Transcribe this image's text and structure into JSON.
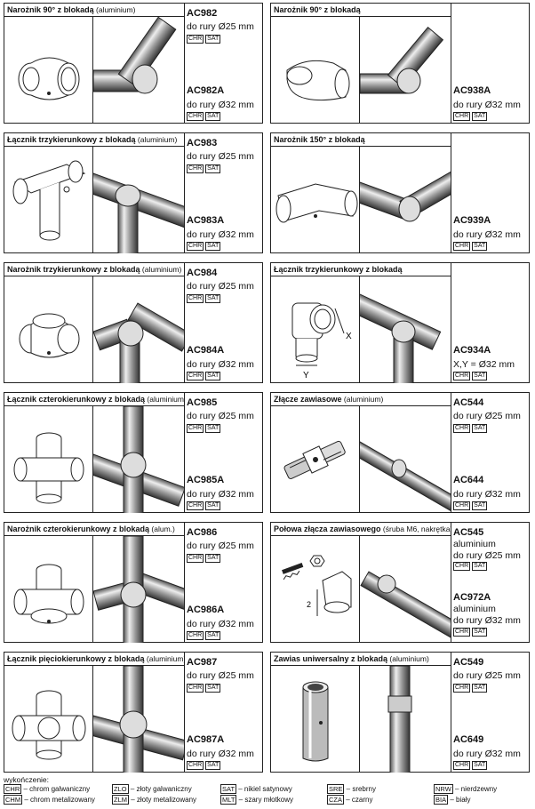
{
  "cards": [
    {
      "title": "Narożnik 90° z blokadą",
      "note": " (aluminium)",
      "entries": [
        {
          "code": "AC982",
          "size": "do rury Ø25 mm",
          "finishes": [
            "CHR",
            "SAT"
          ]
        },
        {
          "code": "AC982A",
          "size": "do rury Ø32 mm",
          "finishes": [
            "CHR",
            "SAT"
          ]
        }
      ]
    },
    {
      "title": "Narożnik 90° z blokadą",
      "note": "",
      "entries": [
        {
          "code": "AC938A",
          "size": "do rury Ø32 mm",
          "finishes": [
            "CHR",
            "SAT"
          ]
        }
      ]
    },
    {
      "title": "Łącznik trzykierunkowy z blokadą",
      "note": " (aluminium)",
      "entries": [
        {
          "code": "AC983",
          "size": "do rury Ø25 mm",
          "finishes": [
            "CHR",
            "SAT"
          ]
        },
        {
          "code": "AC983A",
          "size": "do rury Ø32 mm",
          "finishes": [
            "CHR",
            "SAT"
          ]
        }
      ]
    },
    {
      "title": "Narożnik 150° z blokadą",
      "note": "",
      "entries": [
        {
          "code": "AC939A",
          "size": "do rury Ø32 mm",
          "finishes": [
            "CHR",
            "SAT"
          ]
        }
      ]
    },
    {
      "title": "Narożnik trzykierunkowy z blokadą",
      "note": " (aluminium)",
      "entries": [
        {
          "code": "AC984",
          "size": "do rury Ø25 mm",
          "finishes": [
            "CHR",
            "SAT"
          ]
        },
        {
          "code": "AC984A",
          "size": "do rury Ø32 mm",
          "finishes": [
            "CHR",
            "SAT"
          ]
        }
      ]
    },
    {
      "title": "Łącznik trzykierunkowy z blokadą",
      "note": "",
      "entries": [
        {
          "code": "AC934A",
          "size": "X,Y = Ø32 mm",
          "finishes": [
            "CHR",
            "SAT"
          ]
        }
      ]
    },
    {
      "title": "Łącznik czterokierunkowy z blokadą",
      "note": " (aluminium)",
      "entries": [
        {
          "code": "AC985",
          "size": "do rury Ø25 mm",
          "finishes": [
            "CHR",
            "SAT"
          ]
        },
        {
          "code": "AC985A",
          "size": "do rury Ø32 mm",
          "finishes": [
            "CHR",
            "SAT"
          ]
        }
      ]
    },
    {
      "title": "Złącze zawiasowe",
      "note": " (aluminium)",
      "entries": [
        {
          "code": "AC544",
          "size": "do rury Ø25 mm",
          "finishes": [
            "CHR",
            "SAT"
          ]
        },
        {
          "code": "AC644",
          "size": "do rury Ø32 mm",
          "finishes": [
            "CHR",
            "SAT"
          ]
        }
      ]
    },
    {
      "title": "Narożnik czterokierunkowy z blokadą",
      "note": " (alum.)",
      "entries": [
        {
          "code": "AC986",
          "size": "do rury Ø25 mm",
          "finishes": [
            "CHR",
            "SAT"
          ]
        },
        {
          "code": "AC986A",
          "size": "do rury Ø32 mm",
          "finishes": [
            "CHR",
            "SAT"
          ]
        }
      ]
    },
    {
      "title": "Połowa złącza zawiasowego",
      "note": " (śruba M6, nakrętka)",
      "entries": [
        {
          "code": "AC545",
          "material": "aluminium",
          "size": "do rury Ø25 mm",
          "finishes": [
            "CHR",
            "SAT"
          ]
        },
        {
          "code": "AC972A",
          "material": "aluminium",
          "size": "do rury Ø32 mm",
          "finishes": [
            "CHR",
            "SAT"
          ]
        }
      ]
    },
    {
      "title": "Łącznik pięciokierunkowy z blokadą",
      "note": " (aluminium)",
      "entries": [
        {
          "code": "AC987",
          "size": "do rury Ø25 mm",
          "finishes": [
            "CHR",
            "SAT"
          ]
        },
        {
          "code": "AC987A",
          "size": "do rury Ø32 mm",
          "finishes": [
            "CHR",
            "SAT"
          ]
        }
      ]
    },
    {
      "title": "Zawias uniwersalny z blokadą",
      "note": " (aluminium)",
      "entries": [
        {
          "code": "AC549",
          "size": "do rury Ø25 mm",
          "finishes": [
            "CHR",
            "SAT"
          ]
        },
        {
          "code": "AC649",
          "size": "do rury Ø32 mm",
          "finishes": [
            "CHR",
            "SAT"
          ]
        }
      ]
    }
  ],
  "dimension_labels": {
    "x": "X",
    "y": "Y",
    "two": "2"
  },
  "legend": {
    "title": "wykończenie:",
    "items": [
      {
        "abbr": "CHR",
        "text": " – chrom galwaniczny"
      },
      {
        "abbr": "CHM",
        "text": " – chrom metalizowany"
      },
      {
        "abbr": "ZLO",
        "text": " – złoty galwaniczny"
      },
      {
        "abbr": "ZLM",
        "text": " – złoty metalizowany"
      },
      {
        "abbr": "SAT",
        "text": " – nikiel satynowy"
      },
      {
        "abbr": "MLT",
        "text": " – szary młotkowy"
      },
      {
        "abbr": "SRE",
        "text": " – srebrny"
      },
      {
        "abbr": "CZA",
        "text": " – czarny"
      },
      {
        "abbr": "NRW",
        "text": " – nierdzewny"
      },
      {
        "abbr": "BIA",
        "text": " – biały"
      }
    ]
  }
}
